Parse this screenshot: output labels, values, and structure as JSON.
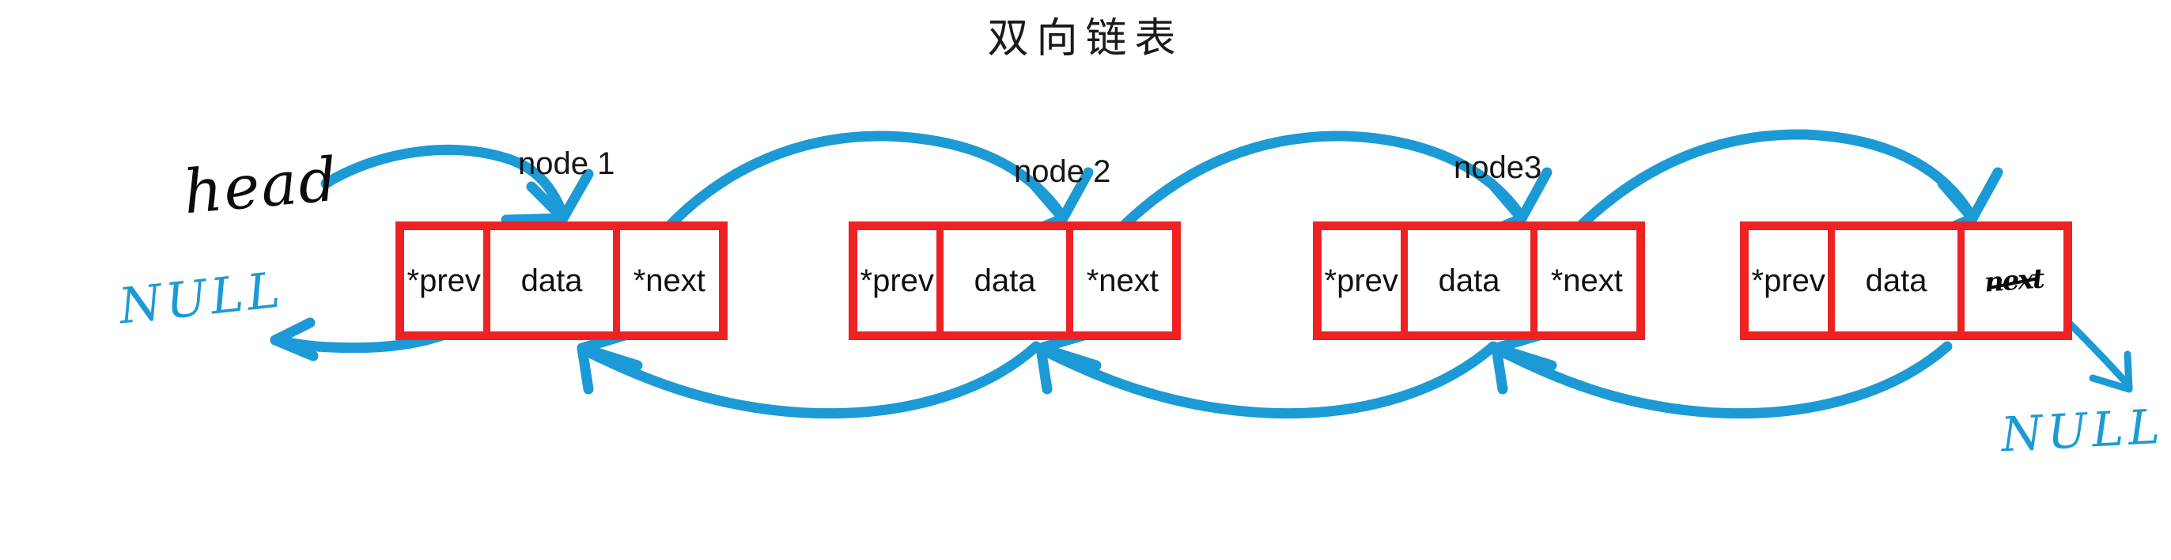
{
  "title": "双向链表",
  "diagram": {
    "type": "doubly-linked-list",
    "node_count": 4,
    "cell_labels": {
      "prev": "*prev",
      "data": "data",
      "next": "*next"
    },
    "nodes": [
      {
        "caption": "node 1",
        "prev": "*prev",
        "data": "data",
        "next": "*next",
        "next_is_handwritten": false
      },
      {
        "caption": "node 2",
        "prev": "*prev",
        "data": "data",
        "next": "*next",
        "next_is_handwritten": false
      },
      {
        "caption": "node3",
        "prev": "*prev",
        "data": "data",
        "next": "*next",
        "next_is_handwritten": false
      },
      {
        "caption": "",
        "prev": "*prev",
        "data": "data",
        "next": "next",
        "next_is_handwritten": true
      }
    ],
    "annotations": {
      "head": "head",
      "null_left": "NULL",
      "null_right": "NULL"
    }
  },
  "colors": {
    "node_border": "#ee2222",
    "arrow": "#1b9ad6",
    "ink_black": "#0b0b0b",
    "text": "#151515",
    "background": "#ffffff"
  }
}
